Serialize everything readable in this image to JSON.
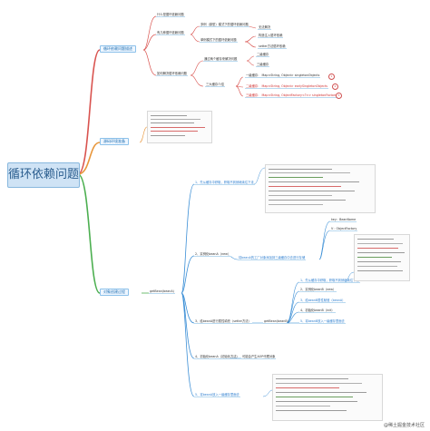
{
  "root": {
    "label": "循环依赖问题"
  },
  "branches": {
    "b1": {
      "label": "循环依赖问题描述"
    },
    "b2": {
      "label": "源码环境准备"
    },
    "b3": {
      "label": "对象创建过程"
    }
  },
  "b1_children": {
    "c1": "什么是循环依赖问题",
    "c2": "有几种循环依赖问题",
    "c2a": "多例（原型）模式下的循环依赖问题",
    "c2a1": "无法解决",
    "c2b": "单例模式下的循环依赖问题",
    "c2b1": "构造注入循环依赖",
    "c2b2": "setter方法循环依赖",
    "c3": "如何解决循环依赖问题",
    "c3a": "通过两个缓存来解决问题",
    "c3a1": "二级缓存",
    "c3a2": "三级缓存",
    "c3b": "三大缓存介绍",
    "c3b1": "一级缓存：  Map<String, Object> singletonObjects",
    "c3b2": "二级缓存：  Map<String, Object> earlySingletonObjects",
    "c3b3": "三级缓存：  Map<String, ObjectFactory<?>> singletonFactories"
  },
  "b3_children": {
    "getBean": "getBean(beanA)",
    "s1": "1、先从缓存中获取，获取不到就继续往下走",
    "s2": "2、实例化beanA（new）",
    "s2a": "将beanA的工厂对象添加到三级缓存中去进行存储",
    "s2b": "key：BeanName",
    "s2c": "V：ObjectFactory",
    "s3": "3、给beanA进行属性填充（setter方法）",
    "s3a": "getBean(beanB)",
    "s3a1": "1、先从缓存中获取，获取不到就继续往下走",
    "s3a2": "2、实例化beanB（new）",
    "s3a3": "3、给beanB属性赋值（beanA）",
    "s3a4": "4、初始化beanB（init）",
    "s3a5": "5、将beanB放入一级缓存里面去",
    "s4": "4、初始化beanA（初始化方法）",
    "s4a": "可能会产生AOP代理对象",
    "s5": "5、将beanA放入一级缓存里面去"
  },
  "badges": [
    "1",
    "2",
    "3"
  ],
  "watermark": "@稀土掘金技术社区",
  "colors": {
    "root_fill": "#cfe3f5",
    "link_red": "#d9534f",
    "link_orange": "#e8963a",
    "link_green": "#4caf50",
    "link_blue": "#3c8fd6",
    "accent_text": "#2f7fd0"
  }
}
